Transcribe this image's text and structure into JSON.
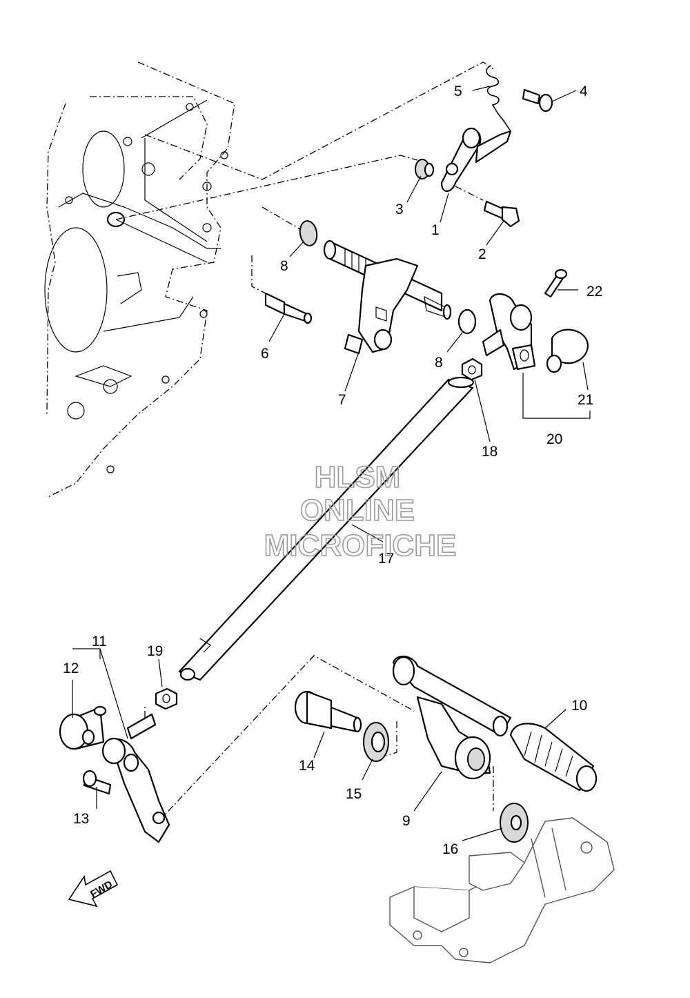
{
  "watermark": {
    "line1": "HLSM",
    "line2": "ONLINE",
    "line3": "MICROFICHE"
  },
  "direction_label": "FWD",
  "callouts": {
    "c1": "1",
    "c2": "2",
    "c3": "3",
    "c4": "4",
    "c5": "5",
    "c6": "6",
    "c7": "7",
    "c8a": "8",
    "c8b": "8",
    "c9": "9",
    "c10": "10",
    "c11": "11",
    "c12": "12",
    "c13": "13",
    "c14": "14",
    "c15": "15",
    "c16": "16",
    "c17": "17",
    "c18": "18",
    "c19": "19",
    "c20": "20",
    "c21": "21",
    "c22": "22"
  }
}
